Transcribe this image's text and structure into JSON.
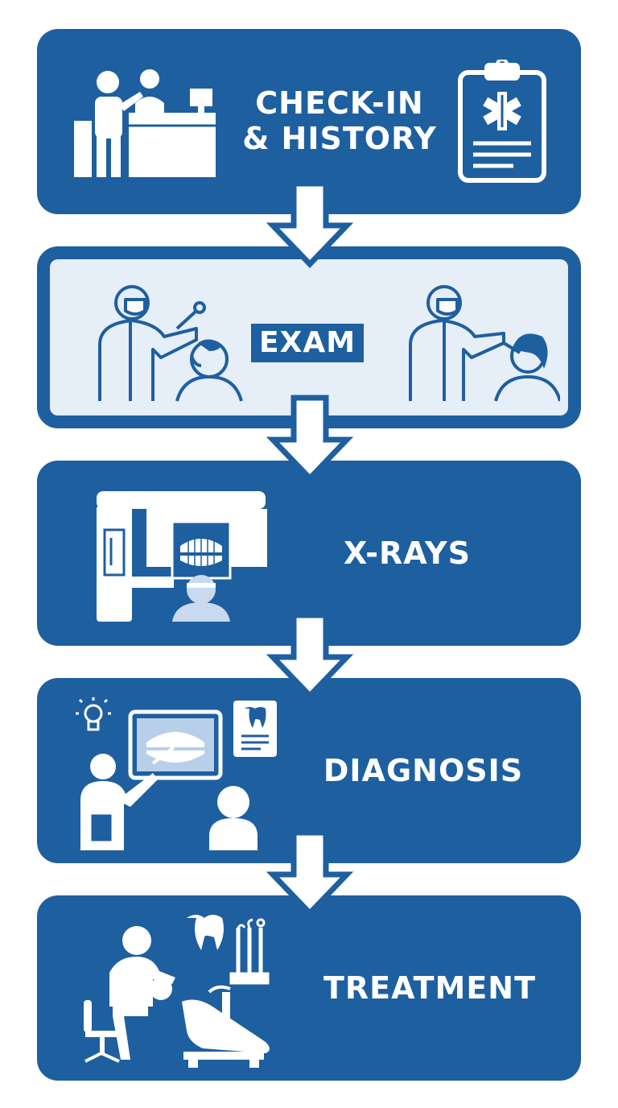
{
  "colors": {
    "primary": "#1e5fa0",
    "pale": "#e6eef8",
    "white": "#ffffff"
  },
  "steps": [
    {
      "label_line1": "CHECK-IN",
      "label_line2": "& HISTORY",
      "icons": [
        "reception-desk-icon",
        "clipboard-medical-icon"
      ]
    },
    {
      "label": "EXAM",
      "icons": [
        "dentist-exam-male-patient-icon",
        "dentist-exam-female-patient-icon"
      ]
    },
    {
      "label": "X-RAYS",
      "icons": [
        "panoramic-xray-machine-icon"
      ]
    },
    {
      "label": "DIAGNOSIS",
      "icons": [
        "lightbulb-icon",
        "xray-monitor-icon",
        "dentist-pointer-icon",
        "patient-icon",
        "tooth-chart-icon"
      ]
    },
    {
      "label": "TREATMENT",
      "icons": [
        "dentist-chair-icon",
        "tooth-icon",
        "dental-tools-icon"
      ]
    }
  ],
  "arrows": 4
}
